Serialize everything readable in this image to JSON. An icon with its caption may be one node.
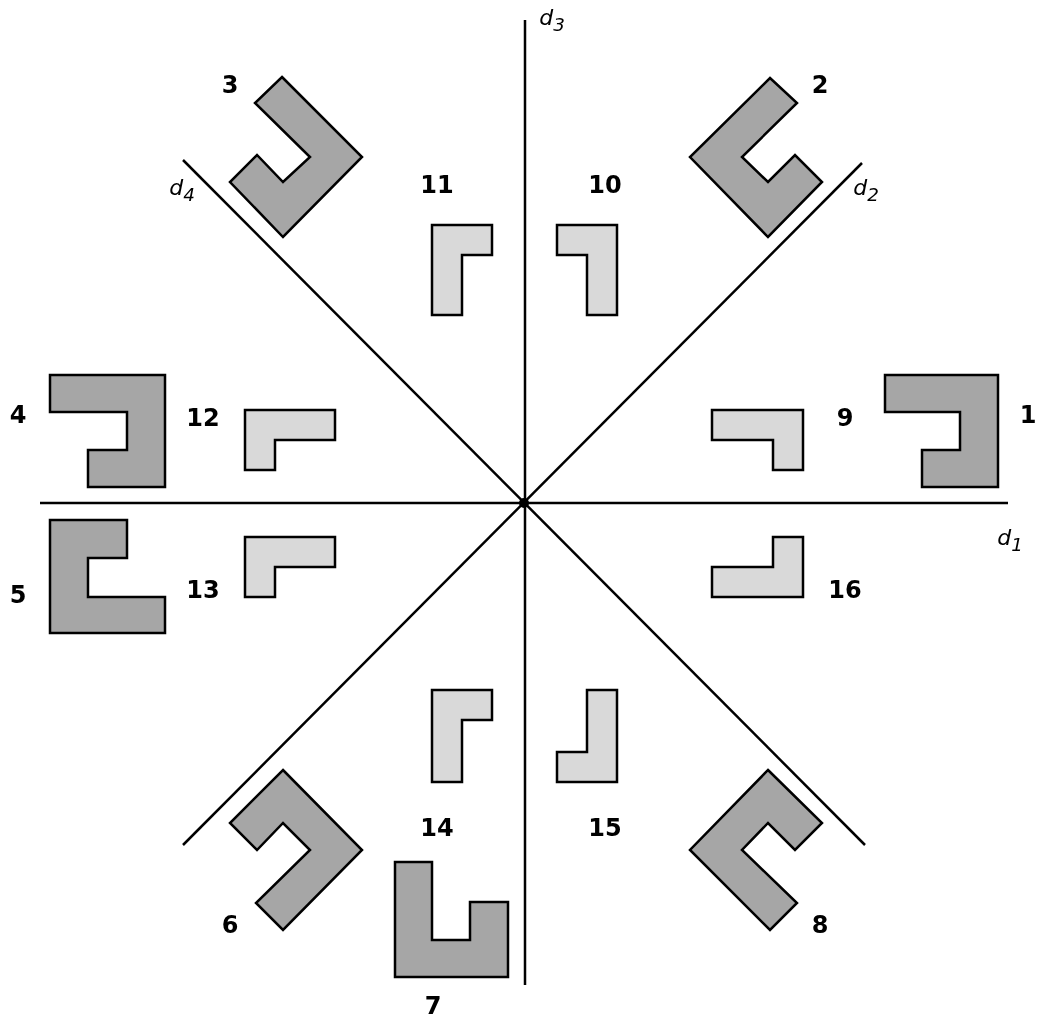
{
  "diagram": {
    "labels": [
      "d$_{3}$",
      "3",
      "2",
      "d$_{4}$",
      "11",
      "10",
      "d$_{2}$",
      "4",
      "12",
      "9",
      "1",
      "d$_{1}$",
      "5",
      "13",
      "16",
      "14",
      "15",
      "6",
      "8",
      "7"
    ]
  }
}
